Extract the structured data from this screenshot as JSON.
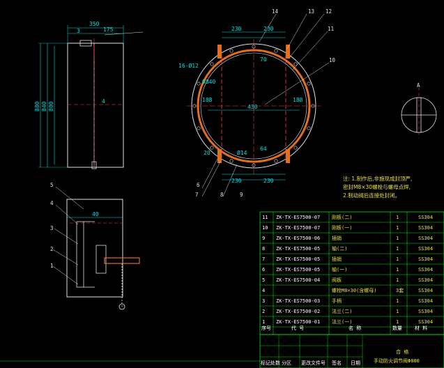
{
  "side_view": {
    "dims": [
      "350",
      "3",
      "175",
      "880",
      "840",
      "800",
      "4"
    ]
  },
  "circle_view": {
    "dims": [
      "230",
      "230",
      "16-Ø12",
      "Ø840",
      "70",
      "188",
      "430",
      "188",
      "Ø14",
      "64",
      "20",
      "230",
      "230"
    ],
    "callouts": [
      "14",
      "13",
      "12",
      "11",
      "10",
      "6",
      "7",
      "8",
      "9"
    ]
  },
  "section_a": {
    "label": "A"
  },
  "notes": {
    "lines": [
      "注: 1.制作后,非施现成封顶严,",
      "   密封M8×30螺栓与螺母点焊,",
      "   2.制动阀后连接处封闭。"
    ]
  },
  "detail_view": {
    "dims": [
      "40"
    ],
    "callouts": [
      "5",
      "4",
      "3",
      "2",
      "1"
    ]
  },
  "bom": {
    "rows": [
      {
        "no": "11",
        "code": "ZK-TX-ES7500-07",
        "name": "刚板(二)",
        "qty": "1",
        "mat": "SS304"
      },
      {
        "no": "10",
        "code": "ZK-TX-ES7500-07",
        "name": "刚板(一)",
        "qty": "1",
        "mat": "SS304"
      },
      {
        "no": "9",
        "code": "ZK-TX-ES7500-06",
        "name": "插销",
        "qty": "1",
        "mat": "SS304"
      },
      {
        "no": "8",
        "code": "ZK-TX-ES7500-05",
        "name": "轴(二)",
        "qty": "1",
        "mat": "SS304"
      },
      {
        "no": "7",
        "code": "ZK-TX-ES7500-05",
        "name": "插销",
        "qty": "1",
        "mat": "SS304"
      },
      {
        "no": "6",
        "code": "ZK-TX-ES7500-05",
        "name": "轴(一)",
        "qty": "1",
        "mat": "SS304"
      },
      {
        "no": "5",
        "code": "ZK-TX-ES7500-04",
        "name": "阀板",
        "qty": "1",
        "mat": "SS304"
      },
      {
        "no": "4",
        "code": "",
        "name": "螺栓M8×30(含螺母)",
        "qty": "3套",
        "mat": "SS304"
      },
      {
        "no": "3",
        "code": "ZK-TX-ES7500-03",
        "name": "手柄",
        "qty": "1",
        "mat": "SS304"
      },
      {
        "no": "2",
        "code": "ZK-TX-ES7500-02",
        "name": "法兰(二)",
        "qty": "1",
        "mat": "SS304"
      },
      {
        "no": "1",
        "code": "ZK-TX-ES7500-01",
        "name": "法兰(一)",
        "qty": "1",
        "mat": "SS304"
      }
    ],
    "header": {
      "no": "序号",
      "code": "代 号",
      "name": "名 称",
      "qty": "数量",
      "mat": "材 料"
    }
  },
  "title_block": {
    "company": "合 格",
    "drawing_name": "手动防火调节阀Φ880",
    "sign_row": [
      "标记处数",
      "分区",
      "更改文件号",
      "签名",
      "日期"
    ]
  }
}
